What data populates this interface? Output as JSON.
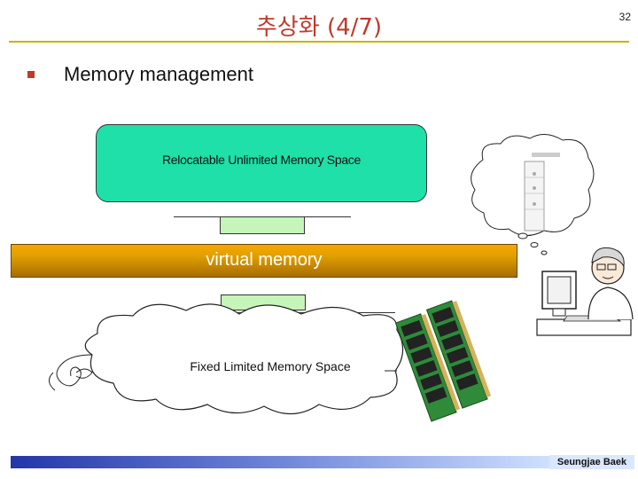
{
  "slide": {
    "title": "추상화 (4/7)",
    "page_number": "32",
    "bullet": "Memory management",
    "relocatable_label": "Relocatable Unlimited Memory Space",
    "virtual_memory_label": "virtual memory",
    "fixed_label": "Fixed Limited Memory Space",
    "footer_author": "Seungjae Baek"
  },
  "colors": {
    "title": "#c0392b",
    "relocatable_box": "#1ee0a8",
    "small_box": "#c6f5ba",
    "virtual_memory": "#e0a000",
    "footer_bar": "#2436a8"
  },
  "icons": [
    "thought-cloud-icon",
    "programmer-at-computer-icon",
    "ram-modules-icon"
  ]
}
